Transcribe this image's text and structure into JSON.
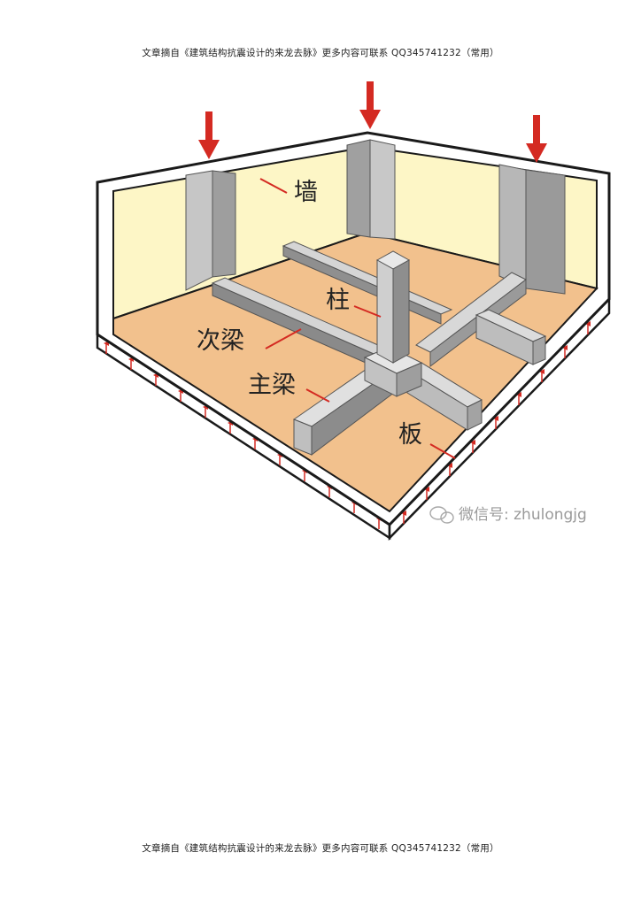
{
  "header": {
    "text": "文章摘自《建筑结构抗震设计的来龙去脉》更多内容可联系 QQ345741232（常用）"
  },
  "figure": {
    "labels": {
      "wall": "墙",
      "column": "柱",
      "secondary_beam": "次梁",
      "main_beam": "主梁",
      "slab": "板"
    },
    "watermark": "微信号: zhulongjg",
    "colors": {
      "wall_fill": "#fdf6c6",
      "floor_fill": "#f2c18d",
      "concrete_light": "#d5d5d5",
      "concrete_mid": "#a8a8a8",
      "concrete_dark": "#7f7f7f",
      "load_arrow": "#d42a22",
      "leader_line": "#d42a22",
      "outline": "#1a1a1a"
    }
  },
  "footer": {
    "text": "文章摘自《建筑结构抗震设计的来龙去脉》更多内容可联系 QQ345741232（常用）"
  }
}
